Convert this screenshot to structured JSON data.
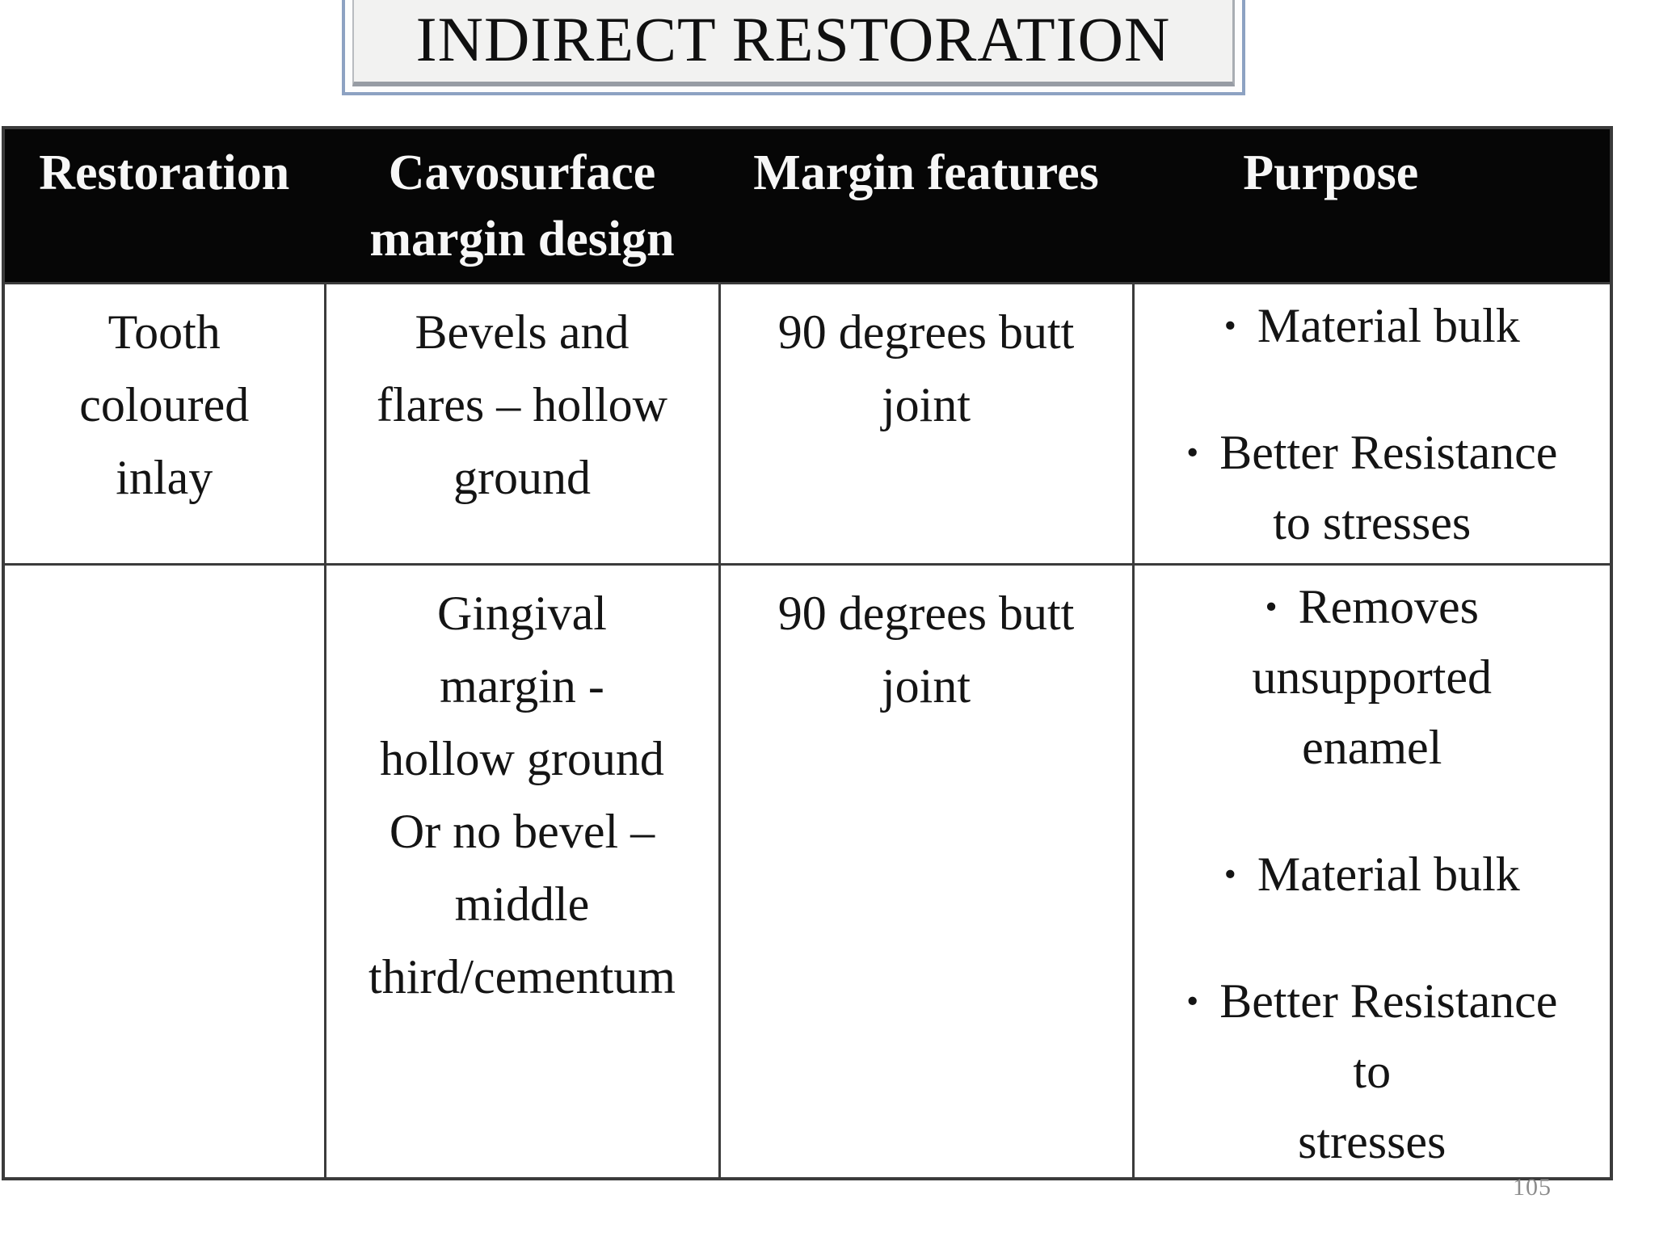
{
  "slide": {
    "title": "INDIRECT RESTORATION",
    "page_number": "105"
  },
  "table": {
    "columns": [
      "Restoration",
      "Cavosurface margin design",
      "Margin features",
      "Purpose"
    ],
    "rows": [
      {
        "cells": [
          {
            "type": "lines",
            "lines": [
              "Tooth",
              "coloured",
              "inlay"
            ]
          },
          {
            "type": "lines",
            "lines": [
              "Bevels and",
              "flares – hollow",
              "ground"
            ]
          },
          {
            "type": "lines",
            "lines": [
              "90 degrees butt",
              "joint"
            ]
          },
          {
            "type": "bullets",
            "items": [
              [
                "Material bulk"
              ],
              [
                "Better Resistance",
                "to stresses"
              ]
            ]
          }
        ]
      },
      {
        "cells": [
          {
            "type": "lines",
            "lines": []
          },
          {
            "type": "lines",
            "lines": [
              "Gingival",
              "margin  -",
              "hollow ground",
              "Or no bevel –",
              "middle",
              "third/cementum"
            ]
          },
          {
            "type": "lines",
            "lines": [
              "90 degrees butt",
              "joint"
            ]
          },
          {
            "type": "bullets",
            "items": [
              [
                "Removes",
                "unsupported",
                "enamel"
              ],
              [
                "Material bulk"
              ],
              [
                "Better Resistance",
                "to",
                "stresses"
              ]
            ]
          }
        ]
      }
    ]
  }
}
